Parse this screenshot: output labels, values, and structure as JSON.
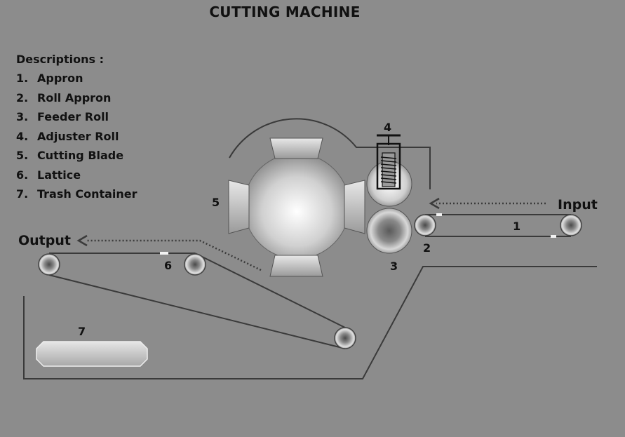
{
  "title": "CUTTING MACHINE",
  "descriptions": {
    "heading": "Descriptions :",
    "items": [
      {
        "num": "1.",
        "label": "Appron"
      },
      {
        "num": "2.",
        "label": "Roll Appron"
      },
      {
        "num": "3.",
        "label": "Feeder Roll"
      },
      {
        "num": "4.",
        "label": "Adjuster Roll"
      },
      {
        "num": "5.",
        "label": "Cutting Blade"
      },
      {
        "num": "6.",
        "label": "Lattice"
      },
      {
        "num": "7.",
        "label": "Trash Container"
      }
    ]
  },
  "labels": {
    "input": "Input",
    "output": "Output",
    "n1": "1",
    "n2": "2",
    "n3": "3",
    "n4": "4",
    "n5": "5",
    "n6": "6",
    "n7": "7"
  },
  "colors": {
    "background": "#8c8c8c",
    "line": "#3a3a3a",
    "text": "#111111"
  }
}
